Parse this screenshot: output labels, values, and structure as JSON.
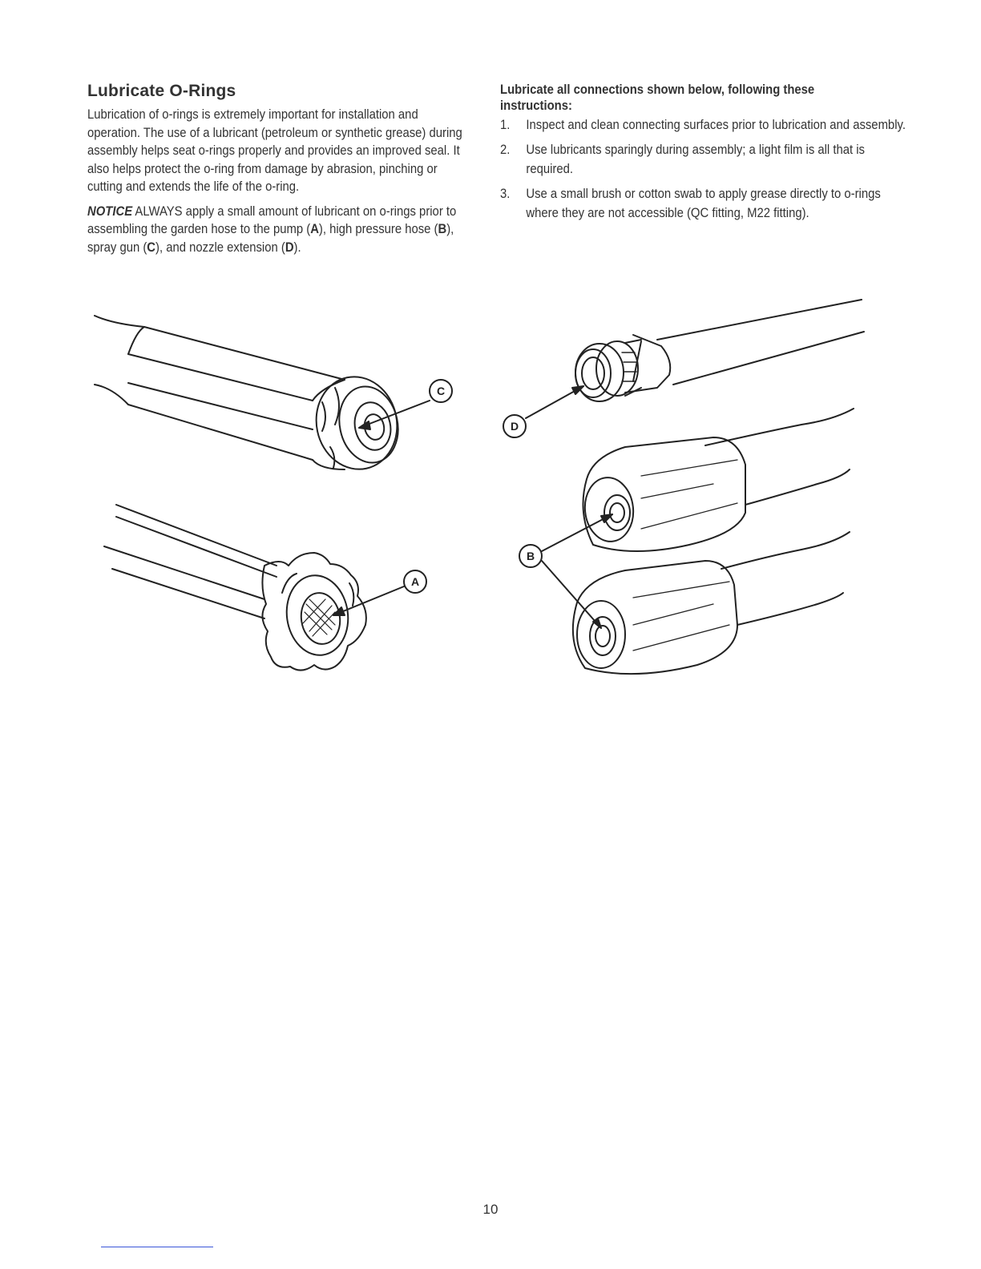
{
  "left": {
    "title": "Lubricate O-Rings",
    "intro": "Lubrication of o-rings is extremely important for installation and operation. The use of a lubricant (petroleum or synthetic grease) during assembly helps seat o-rings properly and provides an improved seal. It also helps protect the o-ring from damage by abrasion, pinching or cutting and extends the life of the o-ring.",
    "notice": {
      "label": "NOTICE",
      "t1": " ALWAYS apply a small amount of lubricant on o-rings prior to assembling the garden hose to the pump (",
      "r1": "A",
      "t2": "), high pressure hose (",
      "r2": "B",
      "t3": "), spray gun (",
      "r3": "C",
      "t4": "), and nozzle extension (",
      "r4": "D",
      "t5": ")."
    }
  },
  "right": {
    "heading": "Lubricate all connections shown below, following these instructions:",
    "steps": [
      {
        "num": "1.",
        "text": "Inspect and clean connecting surfaces prior to lubrication and assembly."
      },
      {
        "num": "2.",
        "text": "Use lubricants sparingly during assembly; a light film is all that is required."
      },
      {
        "num": "3.",
        "text": "Use a small brush or cotton swab to apply grease directly to o-rings where they are not accessible (QC fitting, M22 fitting)."
      }
    ]
  },
  "callouts": {
    "a": "A",
    "b": "B",
    "c": "C",
    "d": "D"
  },
  "page_number": "10"
}
